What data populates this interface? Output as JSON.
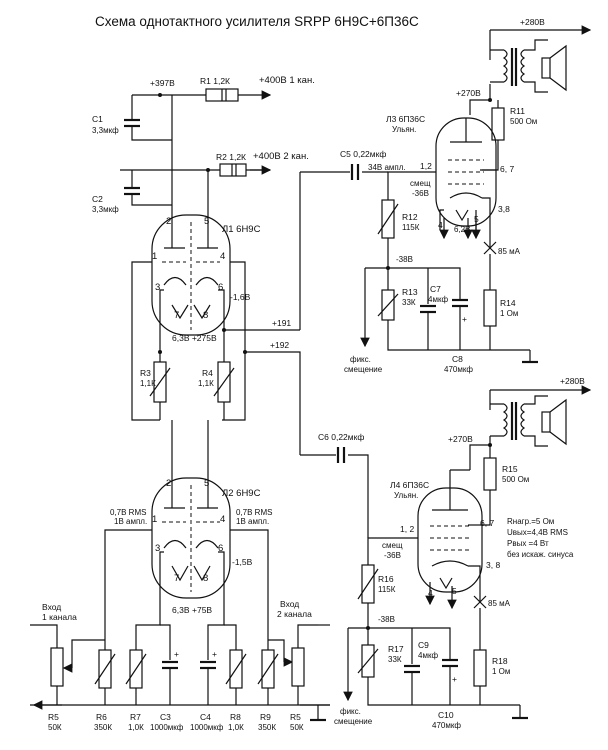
{
  "title": "Схема однотактного усилителя SRPP 6Н9С+6П36С",
  "supply": {
    "v397": "+397В",
    "r1": "R1 1,2К",
    "out1": "+400В 1 кан.",
    "r2": "R2  1,2К",
    "out2": "+400В 2 кан.",
    "c1": "C1",
    "c1v": "3,3мкф",
    "c2": "C2",
    "c2v": "3,3мкф"
  },
  "l1": {
    "name": "Л1 6Н9С",
    "p2": "2",
    "p5": "5",
    "p1": "1",
    "p4": "4",
    "p3": "3",
    "p6": "6",
    "p7": "7",
    "p8": "8",
    "bias": "-1,6В",
    "heat": "6,3В +275В",
    "v191": "+191",
    "v192": "+192"
  },
  "mid": {
    "r3": "R3",
    "r3v": "1,1К",
    "r4": "R4",
    "r4v": "1,1К"
  },
  "l2": {
    "name": "Л2 6Н9С",
    "p2": "2",
    "p5": "5",
    "p1": "1",
    "p4": "4",
    "p3": "3",
    "p6": "6",
    "p7": "7",
    "p8": "8",
    "rms1a": "0,7В RMS",
    "rms1b": "1В ампл.",
    "rms2a": "0,7В RMS",
    "rms2b": "1В ампл.",
    "bias": "-1,5В",
    "heat6": "6,3В",
    "heat75": "+75В"
  },
  "inputs": {
    "in1a": "Вход",
    "in1b": "1 канала",
    "in2a": "Вход",
    "in2b": "2 канала"
  },
  "bottom": {
    "r5a": "R5",
    "r5av": "50К",
    "r6": "R6",
    "r6v": "350К",
    "r7": "R7",
    "r7v": "1,0К",
    "c3": "C3",
    "c3v": "1000мкф",
    "c4": "C4",
    "c4v": "1000мкф",
    "r8": "R8",
    "r8v": "1,0К",
    "r9": "R9",
    "r9v": "350К",
    "r5b": "R5",
    "r5bv": "50К"
  },
  "out1": {
    "v280": "+280В",
    "v270": "+270В",
    "r11": "R11",
    "r11v": "500 Ом",
    "l3": "Л3 6П36С",
    "l3b": "Ульян.",
    "c5": "C5 0,22мкф",
    "v34": "34В ампл.",
    "p12": "1,2",
    "smesch": "смещ",
    "m36": "-36В",
    "p67": "6, 7",
    "p38": "3,8",
    "p4": "4",
    "p5": "5",
    "v62": "6,2В",
    "r12": "R12",
    "r12v": "115К",
    "ma85": "85 мА",
    "m38": "-38В",
    "r13": "R13",
    "r13v": "33К",
    "c7": "C7",
    "c7v": "4мкф",
    "r14": "R14",
    "r14v": "1 Ом",
    "fix1": "фикс.",
    "fix2": "смещение",
    "c8": "C8",
    "c8v": "470мкф"
  },
  "out2": {
    "v280": "+280В",
    "v270": "+270В",
    "c6": "C6 0,22мкф",
    "r15": "R15",
    "r15v": "500 Ом",
    "l4": "Л4 6П36С",
    "l4b": "Ульян.",
    "p12": "1, 2",
    "smesch": "смещ",
    "m36": "-36В",
    "p67": "6, 7",
    "p38": "3, 8",
    "p4": "4",
    "p5": "5",
    "r16": "R16",
    "r16v": "115К",
    "ma85": "85 мА",
    "m38": "-38В",
    "r17": "R17",
    "r17v": "33К",
    "c9": "C9",
    "c9v": "4мкф",
    "r18": "R18",
    "r18v": "1 Ом",
    "fix1": "фикс.",
    "fix2": "смещение",
    "c10": "C10",
    "c10v": "470мкф",
    "note1": "Rнагр.=5 Ом",
    "note2": "Uвых=4,4В RMS",
    "note3": "Рвых =4 Вт",
    "note4": "без искаж. синуса"
  }
}
